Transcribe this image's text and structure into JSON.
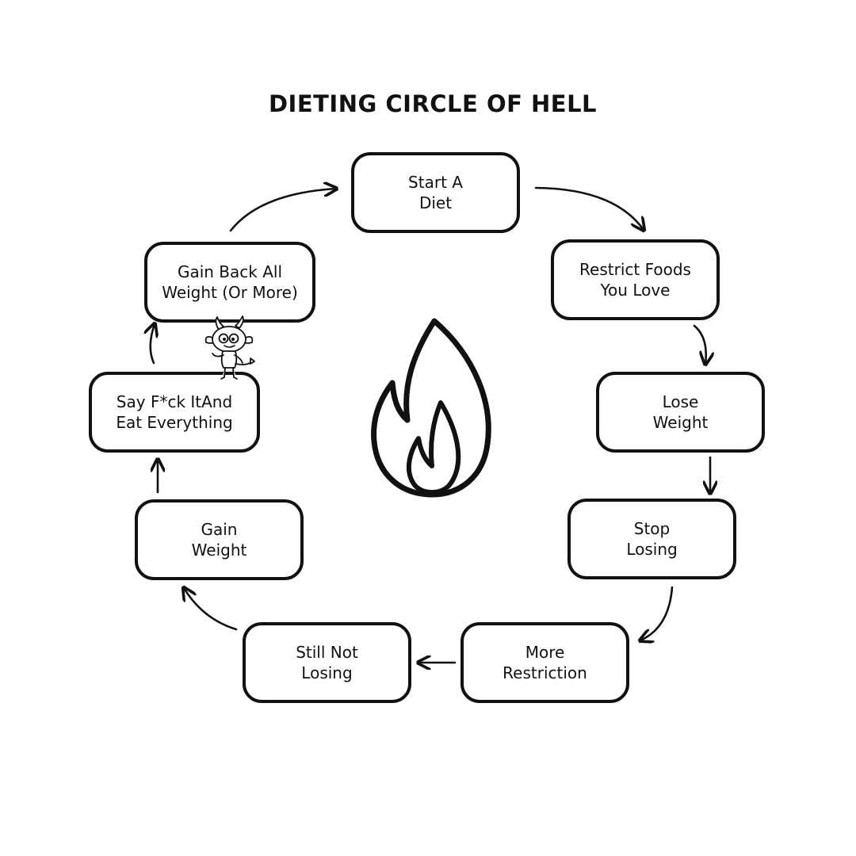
{
  "title": "DIETING CIRCLE OF HELL",
  "colors": {
    "ink": "#111111",
    "background": "#ffffff"
  },
  "steps": [
    {
      "id": "start-a-diet",
      "label": "Start A\nDiet"
    },
    {
      "id": "restrict-foods",
      "label": "Restrict Foods\nYou Love"
    },
    {
      "id": "lose-weight",
      "label": "Lose\nWeight"
    },
    {
      "id": "stop-losing",
      "label": "Stop\nLosing"
    },
    {
      "id": "more-restriction",
      "label": "More\nRestriction"
    },
    {
      "id": "still-not-losing",
      "label": "Still Not\nLosing"
    },
    {
      "id": "gain-weight",
      "label": "Gain\nWeight"
    },
    {
      "id": "say-f-it",
      "label": "Say F*ck ItAnd\nEat Everything"
    },
    {
      "id": "gain-back-all",
      "label": "Gain Back All\nWeight (Or More)"
    }
  ],
  "icons": {
    "center": "fire-icon",
    "mascot": "devil-icon"
  }
}
